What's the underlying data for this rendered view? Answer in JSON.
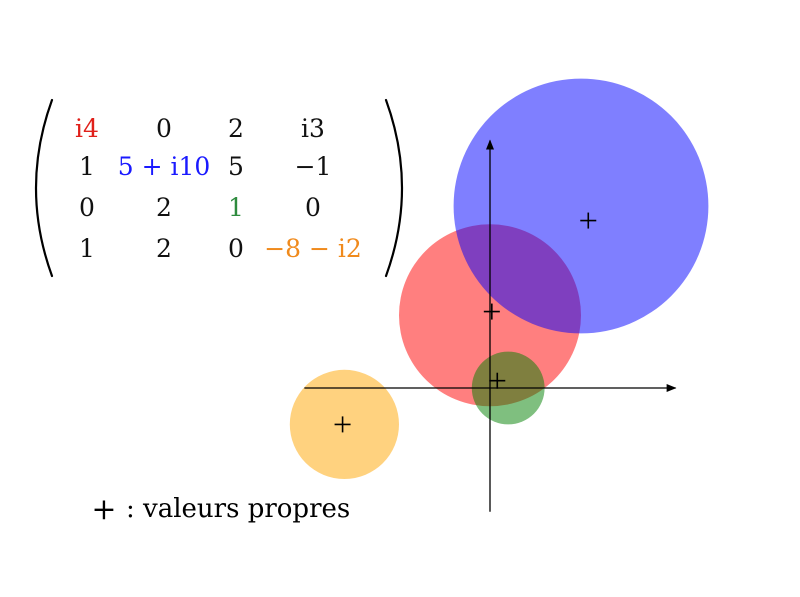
{
  "matrix": {
    "rows": [
      [
        {
          "text": "i4",
          "color": "#e0201a"
        },
        {
          "text": "0",
          "color": "#111111"
        },
        {
          "text": "2",
          "color": "#111111"
        },
        {
          "text": "i3",
          "color": "#111111"
        }
      ],
      [
        {
          "text": "1",
          "color": "#111111"
        },
        {
          "text": "5 + i10",
          "color": "#1a1aff"
        },
        {
          "text": "5",
          "color": "#111111"
        },
        {
          "text": "−1",
          "color": "#111111"
        }
      ],
      [
        {
          "text": "0",
          "color": "#111111"
        },
        {
          "text": "2",
          "color": "#111111"
        },
        {
          "text": "1",
          "color": "#2e8b3e"
        },
        {
          "text": "0",
          "color": "#111111"
        }
      ],
      [
        {
          "text": "1",
          "color": "#111111"
        },
        {
          "text": "2",
          "color": "#111111"
        },
        {
          "text": "0",
          "color": "#111111"
        },
        {
          "text": "−8 − i2",
          "color": "#f08a1c"
        }
      ]
    ]
  },
  "legend": {
    "symbol": "+",
    "text": ": valeurs propres"
  },
  "chart_data": {
    "type": "scatter",
    "axes": {
      "xlim": [
        -10.2,
        10.2
      ],
      "ylim": [
        -6.8,
        13.6
      ],
      "grid": false
    },
    "discs": [
      {
        "center": [
          0,
          4
        ],
        "radius": 5,
        "color": "#ff0000"
      },
      {
        "center": [
          5,
          10
        ],
        "radius": 7,
        "color": "#0000ff"
      },
      {
        "center": [
          1,
          0
        ],
        "radius": 2,
        "color": "#008000"
      },
      {
        "center": [
          -8,
          -2
        ],
        "radius": 3,
        "color": "#ffa500"
      }
    ],
    "eigenvalues": [
      {
        "x": 0.1,
        "y": 4.2
      },
      {
        "x": 5.4,
        "y": 9.2
      },
      {
        "x": 0.4,
        "y": 0.4
      },
      {
        "x": -8.1,
        "y": -2.0
      }
    ]
  }
}
